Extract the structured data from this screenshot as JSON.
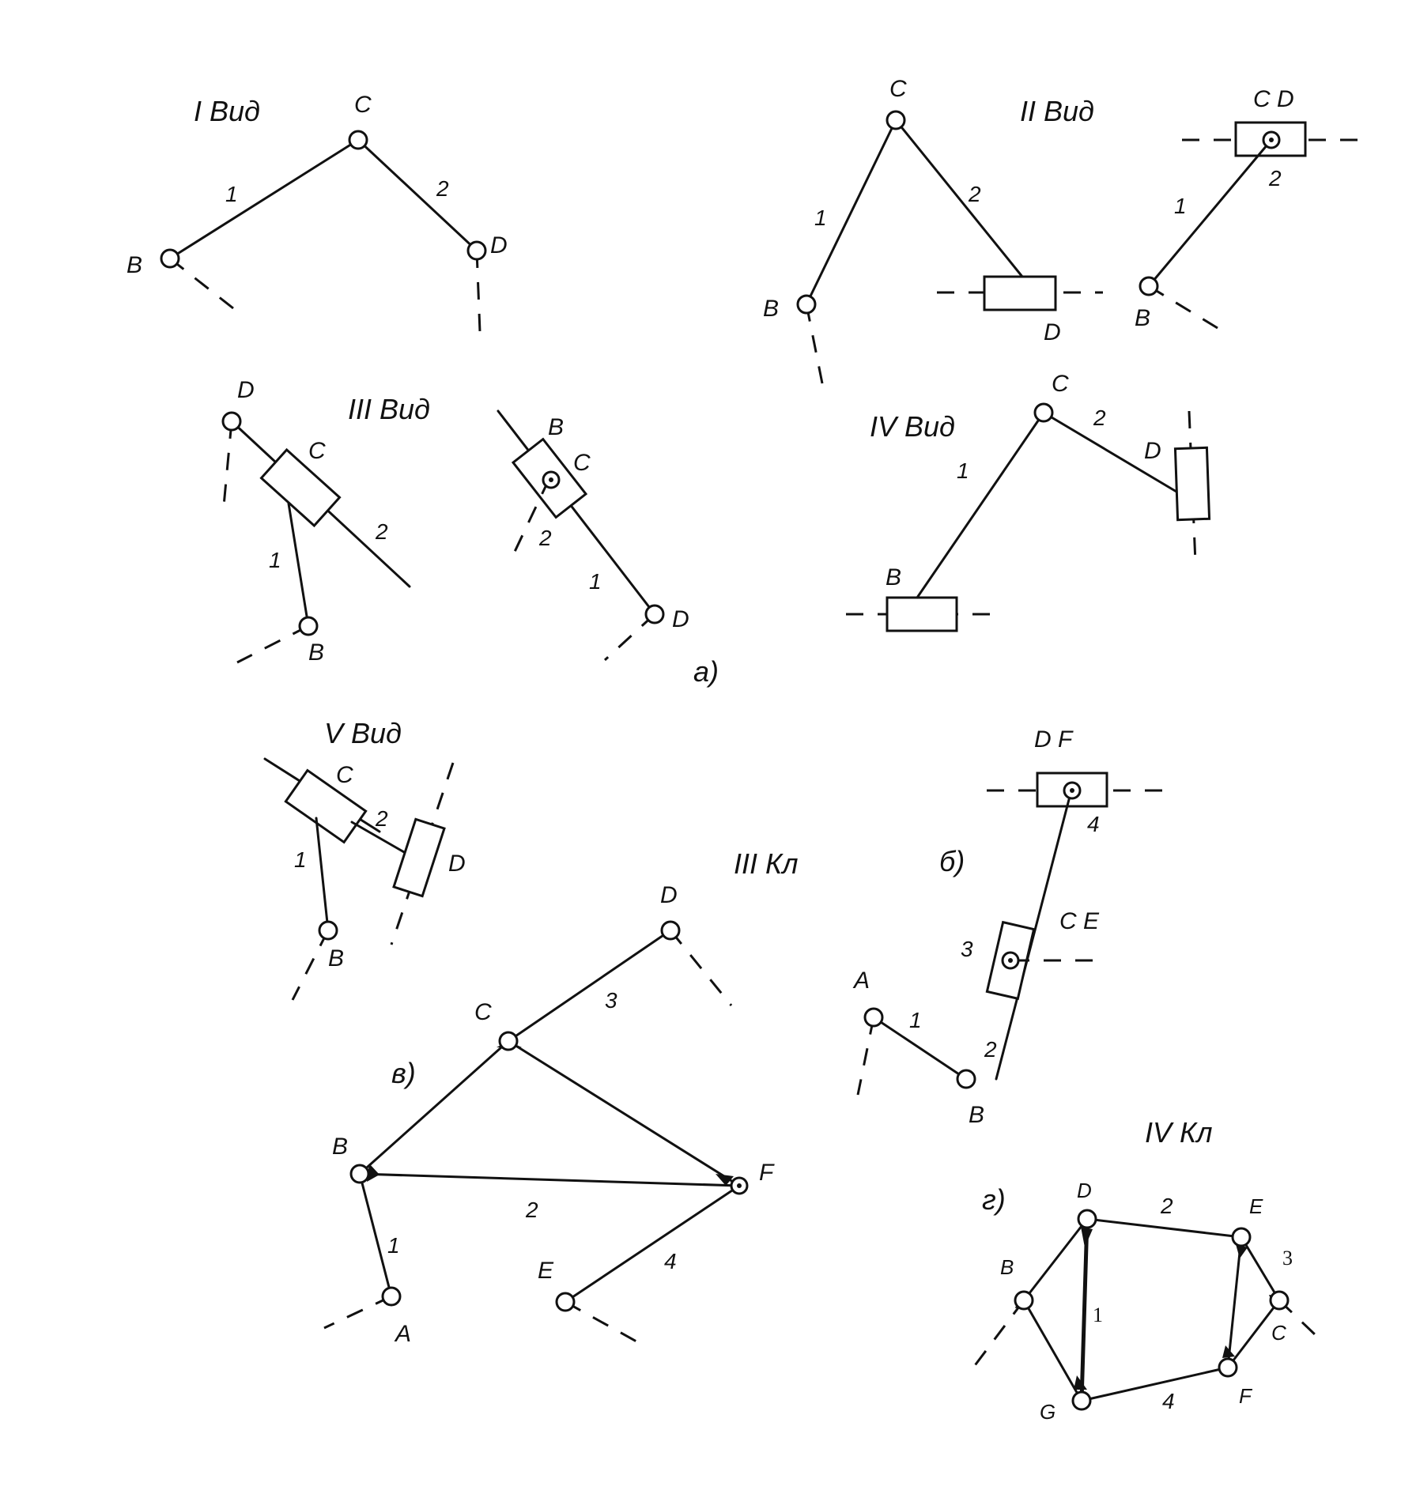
{
  "figure": {
    "subfigure_letters": {
      "a": "а)",
      "b": "б)",
      "v": "в)",
      "g": "г)"
    },
    "titles": {
      "I": "I Вид",
      "II": "II Вид",
      "III": "III Вид",
      "IV": "IV Вид",
      "V": "V Вид",
      "III_kl": "III Кл",
      "IV_kl": "IV Кл"
    },
    "joints": {
      "A": "A",
      "B": "B",
      "C": "C",
      "D": "D",
      "E": "E",
      "F": "F",
      "G": "G",
      "CD": "C D",
      "DF": "D  F",
      "CE": "C E"
    },
    "links": {
      "1": "1",
      "2": "2",
      "3": "3",
      "4": "4"
    },
    "colors": {
      "ink": "#111111",
      "paper": "#ffffff"
    }
  }
}
